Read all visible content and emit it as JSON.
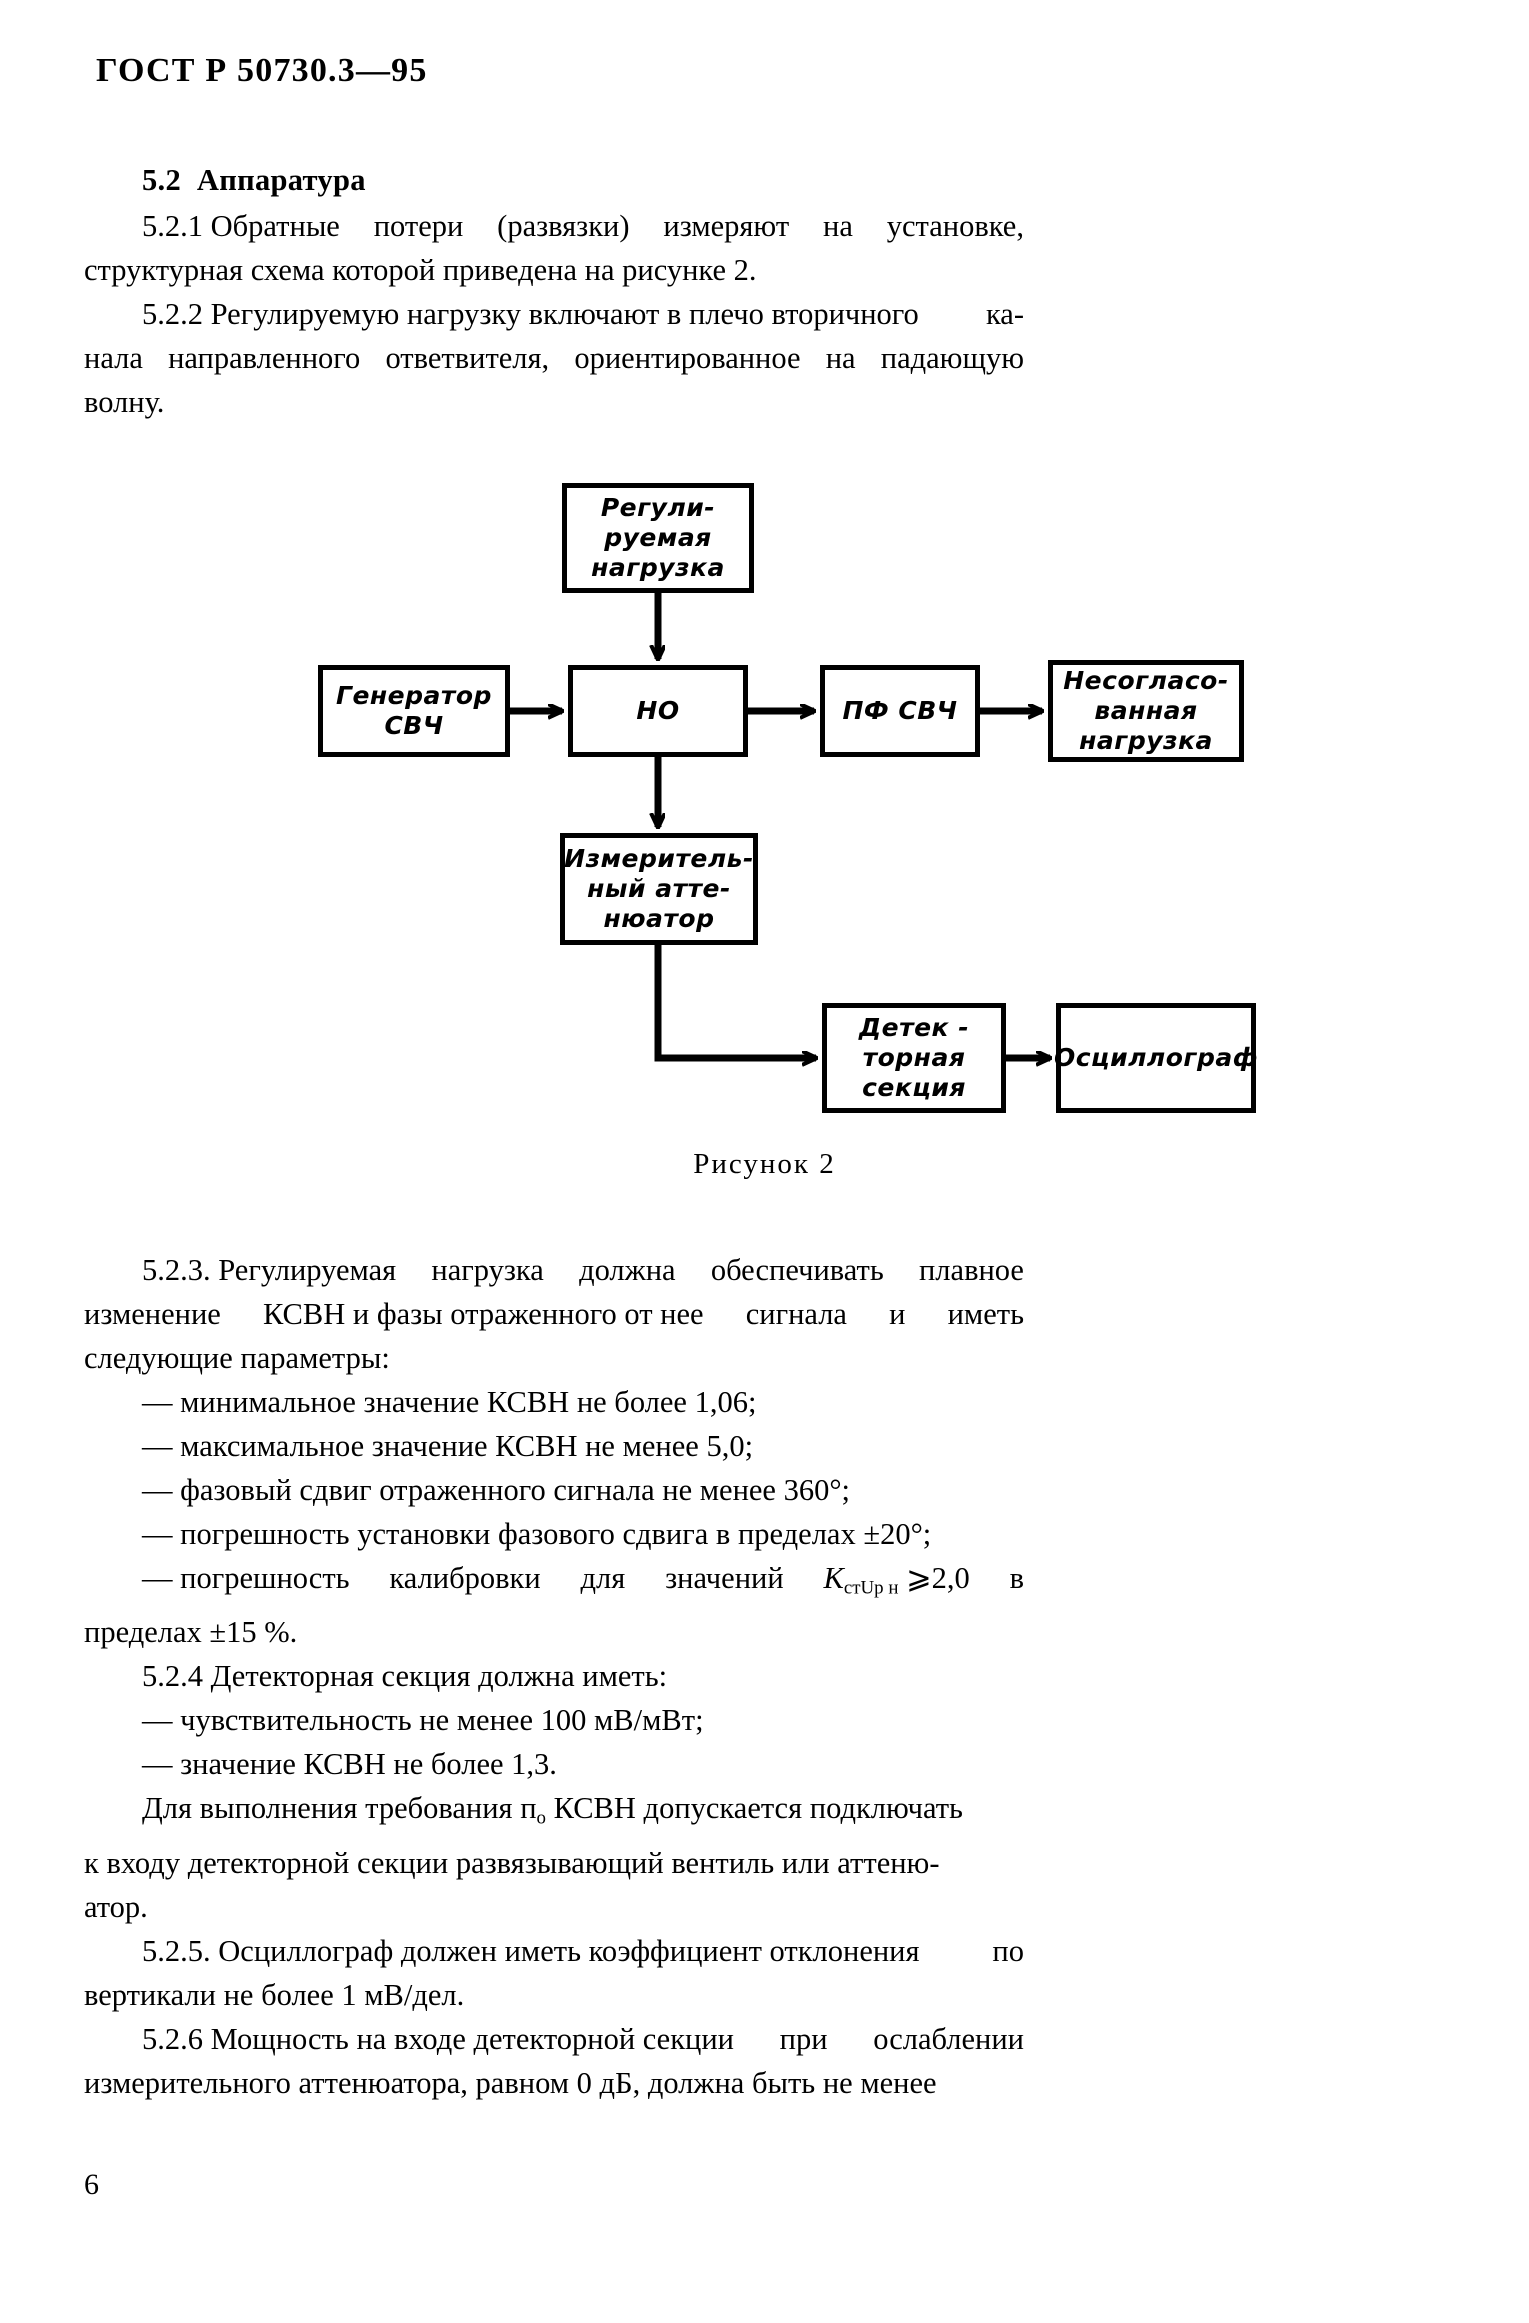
{
  "document": {
    "standard_header": "ГОСТ Р 50730.3—95",
    "page_number": "6"
  },
  "section": {
    "number_title": "5.2",
    "title": "Аппаратура"
  },
  "paragraphs": {
    "p521": {
      "l1_a": "5.2.1 Обратные",
      "l1_b": "потери",
      "l1_c": "(развязки)",
      "l1_d": "измеряют",
      "l1_e": "на",
      "l1_f": "установке,",
      "l2": "структурная схема которой приведена на рисунке 2."
    },
    "p522": {
      "l1_a": "5.2.2 Регулируемую нагрузку включают в плечо вторичного",
      "l1_b": "ка-",
      "l2_a": "нала",
      "l2_b": "направленного",
      "l2_c": "ответвителя,",
      "l2_d": "ориентированное",
      "l2_e": "на",
      "l2_f": "падающую",
      "l3": "волну."
    },
    "p523": {
      "l1_a": "5.2.3. Регулируемая",
      "l1_b": "нагрузка",
      "l1_c": "должна",
      "l1_d": "обеспечивать",
      "l1_e": "плавное",
      "l2_a": "изменение",
      "l2_b": "КСВН и фазы отраженного от нее",
      "l2_c": "сигнала",
      "l2_d": "и",
      "l2_e": "иметь",
      "l3": "следующие параметры:"
    },
    "items523": [
      "— минимальное значение КСВН не более 1,06;",
      "— максимальное значение КСВН не менее 5,0;",
      "— фазовый сдвиг отраженного сигнала не менее 360°;",
      "— погрешность установки фазового сдвига в пределах ±20°;"
    ],
    "item523_formula": {
      "l1_a": "— погрешность",
      "l1_b": "калибровки",
      "l1_c": "для",
      "l1_d": "значений",
      "l1_e_sym": "K",
      "l1_e_sub": "стUр н",
      "l1_e_rel": "⩾2,0",
      "l1_f": "в",
      "l2": "пределах ±15 %."
    },
    "p524": {
      "l1": "5.2.4 Детекторная секция должна иметь:",
      "items": [
        "— чувствительность не менее 100 мВ/мВт;",
        "— значение КСВН не более 1,3."
      ]
    },
    "p525": {
      "l1_a": "Для выполнения требования п",
      "l1_a_sub": "о",
      "l1_b": " КСВН допускается подключать",
      "l2": "к входу детекторной секции развязывающий вентиль или аттеню-",
      "l3": "атор."
    },
    "p526": {
      "l1_a": "5.2.5. Осциллограф должен иметь коэффициент отклонения",
      "l1_b": "по",
      "l2": "вертикали не более 1 мВ/дел."
    },
    "p527": {
      "l1_a": "5.2.6 Мощность на входе детекторной секции",
      "l1_b": "при",
      "l1_c": "ослаблении",
      "l2": "измерительного аттенюатора, равном 0 дБ, должна быть не менее"
    }
  },
  "figure": {
    "caption": "Рисунок 2",
    "nodes": {
      "load": [
        "Регули-",
        "руемая",
        "нагрузка"
      ],
      "generator": [
        "Генератор",
        "СВЧ"
      ],
      "coupler": [
        "НО"
      ],
      "filter": [
        "ПФ СВЧ"
      ],
      "mismatched": [
        "Несогласо-",
        "ванная",
        "нагрузка"
      ],
      "attenuator": [
        "Измеритель-",
        "ный атте-",
        "нюатор"
      ],
      "detector": [
        "Детек -",
        "торная",
        "секция"
      ],
      "oscilloscope": [
        "Осциллограф"
      ]
    }
  }
}
